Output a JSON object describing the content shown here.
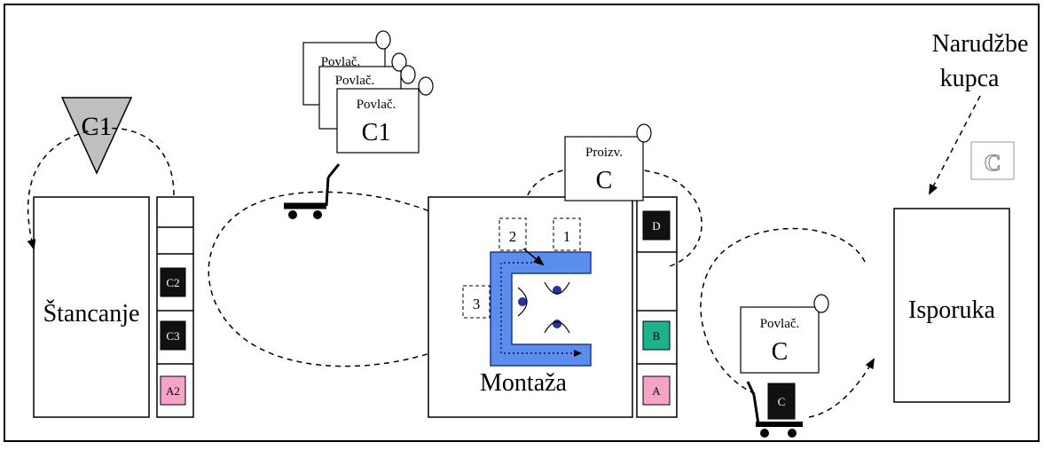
{
  "header": {
    "narudzbe_line1": "Narudžbe",
    "narudzbe_line2": "kupca"
  },
  "stancanje": {
    "label": "Štancanje",
    "inventory_label": "C1",
    "bins": [
      "C2",
      "C3",
      "A2"
    ]
  },
  "pull_cards_stack": {
    "card_back_1": "Povlač.",
    "card_back_2": "Povlač.",
    "card_front_title": "Povlač.",
    "card_front_code": "C1"
  },
  "montaza": {
    "label": "Montaža",
    "production_card_title": "Proizv.",
    "production_card_code": "C",
    "workstations": [
      "1",
      "2",
      "3"
    ],
    "bins": [
      "D",
      "",
      "B",
      "A"
    ]
  },
  "delivery": {
    "pull_card_title": "Povlač.",
    "pull_card_code": "C",
    "cart_bin": "C"
  },
  "isporuka": {
    "label": "Isporuka",
    "order_card": "C"
  },
  "colors": {
    "inventory_triangle": "#bfbfbf",
    "assembly_cell": "#5b8def",
    "bin_dark": "#111111",
    "bin_pink": "#f5a3c7",
    "bin_green": "#1db38a",
    "workstation_dot": "#2b2f9e"
  }
}
